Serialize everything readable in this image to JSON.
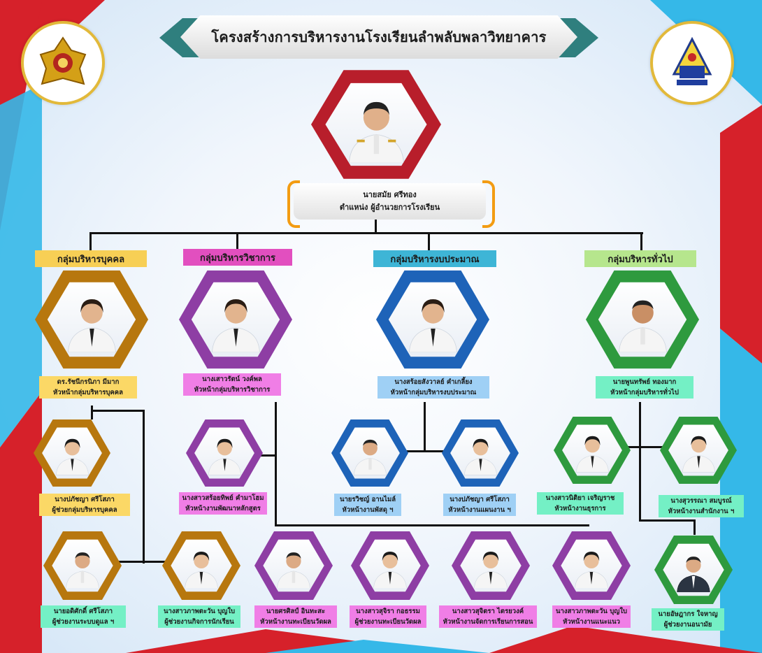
{
  "title": "โครงสร้างการบริหารงานโรงเรียนลำพลับพลาวิทยาคาร",
  "colors": {
    "red": "#d6212a",
    "blue": "#35b8e8",
    "teal": "#2f7f7e",
    "director_frame": "#b81e2b",
    "personnel": "#f7cf55",
    "academic": "#e24fbf",
    "budget": "#3eb5d6",
    "general": "#b6e68d",
    "personnel_frame": "#b7770e",
    "academic_frame": "#8e3ea4",
    "budget_frame": "#1e63b8",
    "general_frame": "#2e9a3e",
    "label_yellow": "#fbd866",
    "label_pink": "#f07ee6",
    "label_blue": "#9fd0f5",
    "label_green": "#74f0c5"
  },
  "director": {
    "name": "นายสมัย ศรีทอง",
    "position": "ตำแหน่ง ผู้อำนวยการโรงเรียน"
  },
  "groups": [
    {
      "id": "personnel",
      "label": "กลุ่มบริหารบุคคล"
    },
    {
      "id": "academic",
      "label": "กลุ่มบริหารวิชาการ"
    },
    {
      "id": "budget",
      "label": "กลุ่มบริหารงบประมาณ"
    },
    {
      "id": "general",
      "label": "กลุ่มบริหารทั่วไป"
    }
  ],
  "heads": [
    {
      "name": "ดร.รัชนีกรนิภา มีมาก",
      "role": "หัวหน้ากลุ่มบริหารบุคคล"
    },
    {
      "name": "นางเสาวรัตน์ วงค์พล",
      "role": "หัวหน้ากลุ่มบริหารวิชาการ"
    },
    {
      "name": "นางสร้อยสังวาลย์ คำเกลี้ยง",
      "role": "หัวหน้ากลุ่มบริหารงบประมาณ"
    },
    {
      "name": "นายพูนทรัพย์ ทองมาก",
      "role": "หัวหน้ากลุ่มบริหารทั่วไป"
    }
  ],
  "staff": [
    {
      "name": "นางปภัชญา ศรีโสภา",
      "role": "ผู้ช่วยกลุ่มบริหารบุคคล"
    },
    {
      "name": "นางสาวสร้อยทิพย์ คำมาโฮม",
      "role": "หัวหน้างานพัฒนาหลักสูตร"
    },
    {
      "name": "นายรวิชญ์ อานไมล์",
      "role": "หัวหน้างานพัสดุ ฯ"
    },
    {
      "name": "นางปภัชญา ศรีโสภา",
      "role": "หัวหน้างานแผนงาน ฯ"
    },
    {
      "name": "นางสาวนิติยา เจริญราช",
      "role": "หัวหน้างานธุรการ"
    },
    {
      "name": "นางสุวรรณา สมบูรณ์",
      "role": "หัวหน้างานสำนักงาน ฯ"
    },
    {
      "name": "นายอดิศักดิ์ ศรีโสภา",
      "role": "ผู้ช่วยงานระบบดูแล ฯ"
    },
    {
      "name": "นางสาวภาพตะวัน บุญใบ",
      "role": "ผู้ช่วยงานกิจการนักเรียน"
    },
    {
      "name": "นายศรศิลป์ อินทะสะ",
      "role": "หัวหน้างานทะเบียนวัดผล"
    },
    {
      "name": "นางสาวสุจิรา กอธรรม",
      "role": "ผู้ช่วยงานทะเบียนวัดผล"
    },
    {
      "name": "นางสาวสุจิตรา ไตรยวงค์",
      "role": "หัวหน้างานจัดการเรียนการสอน"
    },
    {
      "name": "นางสาวภาพตะวัน บุญใบ",
      "role": "หัวหน้างานแนะแนว"
    },
    {
      "name": "นายอัษฎากร ใจหาญ",
      "role": "ผู้ช่วยงานอนามัย"
    }
  ]
}
